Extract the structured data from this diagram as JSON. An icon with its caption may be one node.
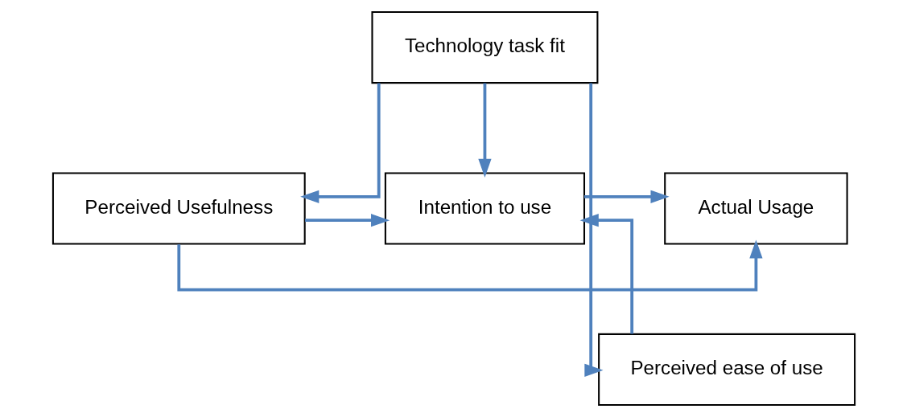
{
  "diagram": {
    "nodes": [
      {
        "text": [
          "Technology task fit"
        ]
      },
      {
        "text": [
          "Perceived Usefulness"
        ]
      },
      {
        "text": [
          "Actual Usage"
        ]
      },
      {
        "text": [
          "Intention to use"
        ]
      },
      {
        "text": [
          "Perceived ease of use"
        ]
      }
    ],
    "edges": [
      {
        "from": 0,
        "to": 1,
        "arrow": "to"
      },
      {
        "from": 0,
        "to": 4,
        "arrow": "to"
      },
      {
        "from": 0,
        "to": 3,
        "arrow": "to"
      },
      {
        "from": 1,
        "to": 2,
        "arrow": "to"
      },
      {
        "from": 1,
        "to": 3,
        "arrow": "to"
      },
      {
        "from": 3,
        "to": 2,
        "arrow": "to"
      },
      {
        "from": 4,
        "to": 3,
        "arrow": "to"
      }
    ]
  }
}
